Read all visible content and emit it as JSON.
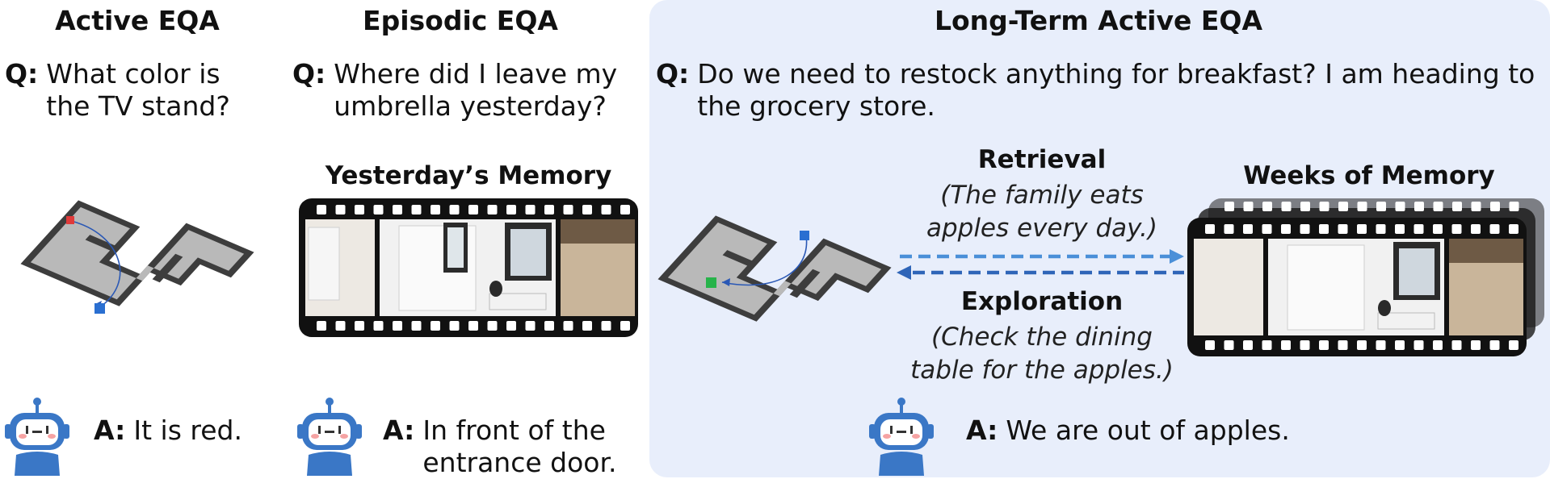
{
  "panels": {
    "active": {
      "title": "Active EQA",
      "q_label": "Q:",
      "question": "What color is the TV stand?",
      "a_label": "A:",
      "answer": "It is red."
    },
    "episodic": {
      "title": "Episodic EQA",
      "q_label": "Q:",
      "question": "Where did I leave my umbrella yesterday?",
      "memory_title": "Yesterday’s Memory",
      "a_label": "A:",
      "answer_line1": "In front of the",
      "answer_line2": "entrance door."
    },
    "longterm": {
      "title": "Long-Term Active EQA",
      "q_label": "Q:",
      "question_line1": "Do we need to restock anything for breakfast? I am heading to",
      "question_line2": "the grocery store.",
      "retrieval_label": "Retrieval",
      "retrieval_note_line1": "(The family eats",
      "retrieval_note_line2": "apples every day.)",
      "exploration_label": "Exploration",
      "exploration_note_line1": "(Check the dining",
      "exploration_note_line2": "table for the apples.)",
      "memory_title": "Weeks of Memory",
      "a_label": "A:",
      "answer": "We are out of apples."
    }
  },
  "colors": {
    "longterm_background": "#e8eefb",
    "arrow_blue": "#4a8fd8",
    "arrow_dark_blue": "#2f65b8",
    "robot_blue": "#3a77c6",
    "target_red": "#e03a3a",
    "agent_blue": "#2a6fd1",
    "target_green": "#27b34a"
  },
  "icons": [
    "maze-map-icon",
    "film-strip-icon",
    "robot-icon"
  ]
}
